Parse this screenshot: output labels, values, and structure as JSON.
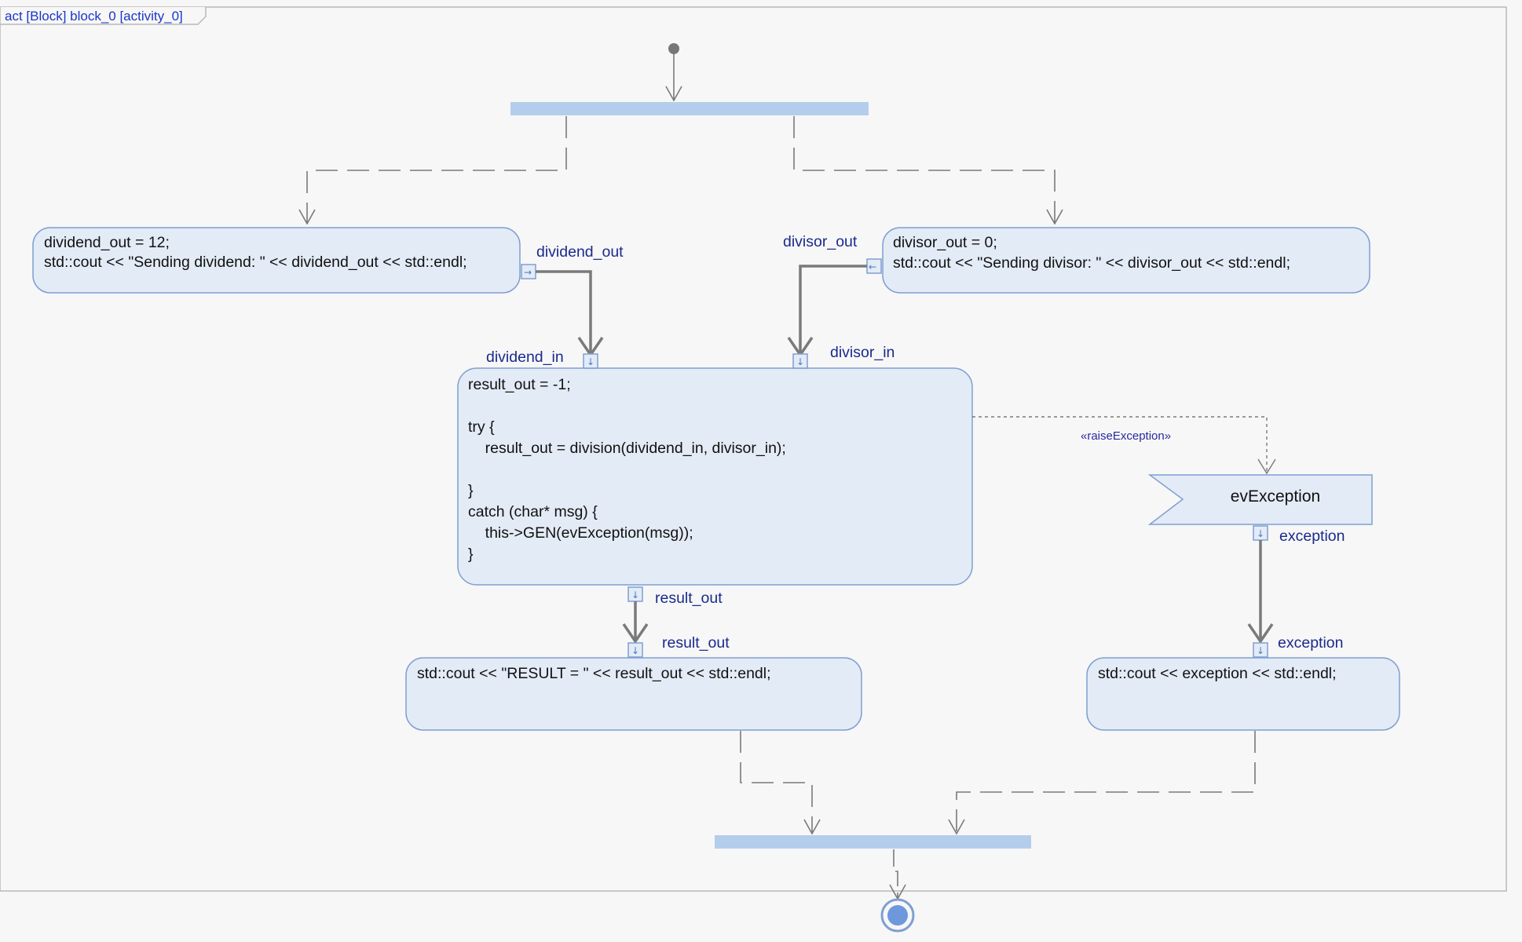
{
  "frame": {
    "label": "act [Block] block_0 [activity_0]"
  },
  "actions": {
    "dividend": {
      "lines": [
        "dividend_out = 12;",
        "std::cout << \"Sending dividend: \" << dividend_out << std::endl;"
      ]
    },
    "divisor": {
      "lines": [
        "divisor_out = 0;",
        "std::cout << \"Sending divisor: \" << divisor_out << std::endl;"
      ]
    },
    "division": {
      "lines": [
        "result_out = -1;",
        "",
        "try {",
        "    result_out = division(dividend_in, divisor_in);",
        "",
        "}",
        "catch (char* msg) {",
        "    this->GEN(evException(msg));",
        "}"
      ]
    },
    "print_result": {
      "lines": [
        "std::cout << \"RESULT = \" << result_out << std::endl;"
      ]
    },
    "print_exception": {
      "lines": [
        "std::cout << exception << std::endl;"
      ]
    }
  },
  "pins": {
    "dividend_out": "dividend_out",
    "divisor_out": "divisor_out",
    "dividend_in": "dividend_in",
    "divisor_in": "divisor_in",
    "result_out": "result_out",
    "result_in": "result_out",
    "exception_out": "exception",
    "exception_in": "exception"
  },
  "signal": {
    "name": "evException"
  },
  "stereotype": "«raiseException»",
  "colors": {
    "node_fill": "#e3ebf6",
    "node_stroke": "#7f9fd0",
    "bar_fill": "#b5cdec",
    "frame_stroke": "#b8b8b8",
    "flow_stroke": "#7a7a7a"
  }
}
